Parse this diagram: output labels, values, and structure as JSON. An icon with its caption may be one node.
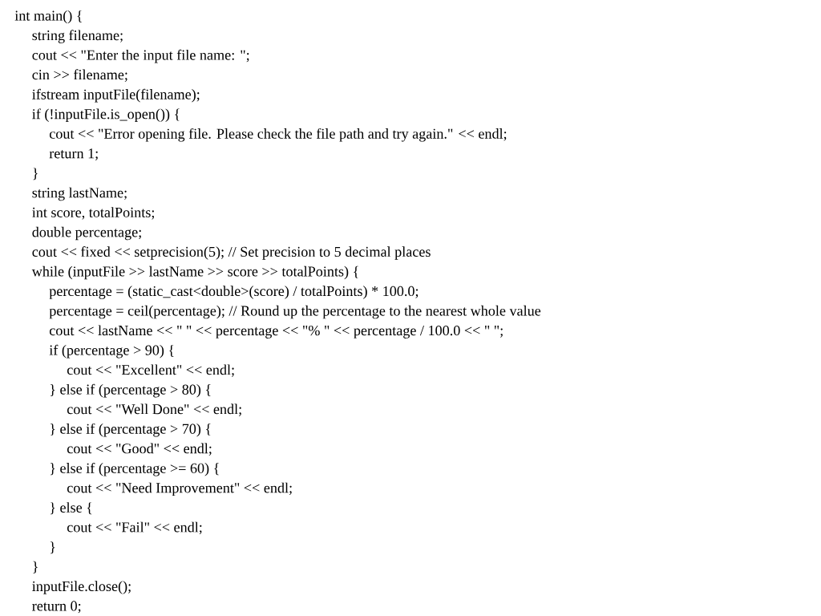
{
  "diagram": {
    "labels": [
      "int main() {",
      "string filename;",
      "cout << \"Enter the input file name: \";",
      "cin >> filename;",
      "ifstream inputFile(filename);",
      "if (!inputFile.is_open()) {",
      "cout << \"Error opening file. Please check the file path and try again.\" << endl;",
      "return 1;",
      "}",
      "string lastName;",
      "int score, totalPoints;",
      "double percentage;",
      "cout << fixed << setprecision(5); // Set precision to 5 decimal places",
      "while (inputFile >> lastName >> score >> totalPoints) {",
      "percentage = (static_cast<double>(score) / totalPoints) * 100.0;",
      "percentage = ceil(percentage); // Round up the percentage to the nearest whole value",
      "cout << lastName << \" \" << percentage << \"% \" << percentage / 100.0 << \" \";",
      "if (percentage > 90) {",
      "cout << \"Excellent\" << endl;",
      "} else if (percentage > 80) {",
      "cout << \"Well Done\" << endl;",
      "} else if (percentage > 70) {",
      "cout << \"Good\" << endl;",
      "} else if (percentage >= 60) {",
      "cout << \"Need Improvement\" << endl;",
      "} else {",
      "cout << \"Fail\" << endl;",
      "}",
      "}",
      "inputFile.close();",
      "return 0;"
    ]
  }
}
